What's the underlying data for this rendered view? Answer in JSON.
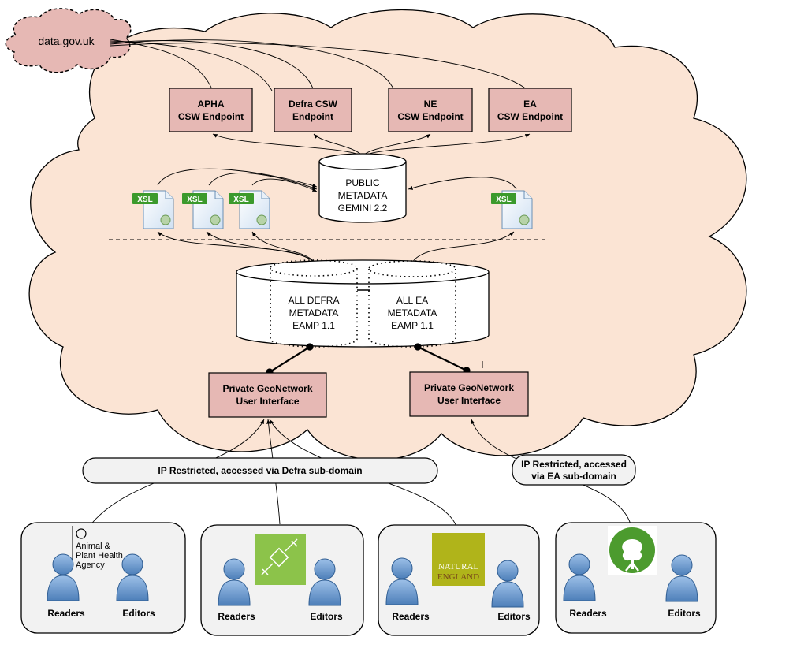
{
  "external": {
    "label": "data.gov.uk"
  },
  "endpoints": [
    {
      "line1": "APHA",
      "line2": "CSW Endpoint"
    },
    {
      "line1": "Defra CSW",
      "line2": "Endpoint"
    },
    {
      "line1": "NE",
      "line2": "CSW Endpoint"
    },
    {
      "line1": "EA",
      "line2": "CSW Endpoint"
    }
  ],
  "public_db": {
    "line1": "PUBLIC",
    "line2": "METADATA",
    "line3": "GEMINI 2.2"
  },
  "xsl_label": "XSL",
  "private_dbs": [
    {
      "line1": "ALL DEFRA",
      "line2": "METADATA",
      "line3": "EAMP 1.1"
    },
    {
      "line1": "ALL EA",
      "line2": "METADATA",
      "line3": "EAMP 1.1"
    }
  ],
  "geonetwork": [
    {
      "line1": "Private GeoNetwork",
      "line2": "User Interface"
    },
    {
      "line1": "Private GeoNetwork",
      "line2": "User Interface"
    }
  ],
  "access_notes": {
    "defra": "IP Restricted, accessed via Defra sub-domain",
    "ea_line1": "IP Restricted, accessed",
    "ea_line2": "via EA sub-domain"
  },
  "orgs": [
    {
      "logo_lines": [
        "Animal &",
        "Plant Health",
        "Agency"
      ],
      "readers": "Readers",
      "editors": "Editors"
    },
    {
      "readers": "Readers",
      "editors": "Editors"
    },
    {
      "logo_lines": [
        "NATURAL",
        "ENGLAND"
      ],
      "readers": "Readers",
      "editors": "Editors"
    },
    {
      "readers": "Readers",
      "editors": "Editors"
    }
  ],
  "colors": {
    "cloud_fill": "#fbe4d4",
    "box_fill": "#e6b8b4",
    "external_fill": "#e6b8b4",
    "note_fill": "#f2f2f2",
    "person_fill": "#6f9ccf",
    "xsl_green": "#3c9a2c",
    "satellite_logo": "#8cc34a",
    "ne_logo": "#b0b41a",
    "ea_logo": "#4c9b2e"
  }
}
